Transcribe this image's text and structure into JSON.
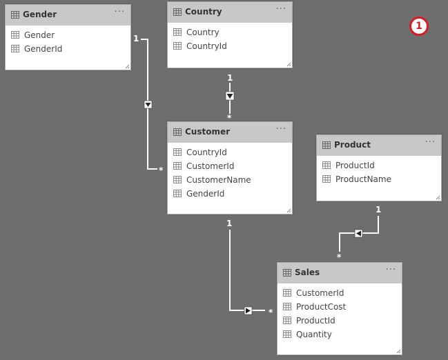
{
  "colors": {
    "canvas": "#6e6e6e",
    "header": "#c8c8c8",
    "card": "#ffffff",
    "line": "#ffffff",
    "badge": "#d81b23"
  },
  "icons": {
    "header": "table-icon",
    "field": "column-icon",
    "more": "more-options-icon",
    "grip": "resize-grip-icon"
  },
  "badge": {
    "label": "1"
  },
  "tables": {
    "gender": {
      "title": "Gender",
      "more": "···",
      "fields": [
        "Gender",
        "GenderId"
      ]
    },
    "country": {
      "title": "Country",
      "more": "···",
      "fields": [
        "Country",
        "CountryId"
      ]
    },
    "customer": {
      "title": "Customer",
      "more": "···",
      "fields": [
        "CountryId",
        "CustomerId",
        "CustomerName",
        "GenderId"
      ]
    },
    "product": {
      "title": "Product",
      "more": "···",
      "fields": [
        "ProductId",
        "ProductName"
      ]
    },
    "sales": {
      "title": "Sales",
      "more": "···",
      "fields": [
        "CustomerId",
        "ProductCost",
        "ProductId",
        "Quantity"
      ]
    }
  },
  "relationships": {
    "gender_customer": {
      "one": "1",
      "many": "*"
    },
    "country_customer": {
      "one": "1",
      "many": "*"
    },
    "customer_sales": {
      "one": "1",
      "many": "*"
    },
    "product_sales": {
      "one": "1",
      "many": "*"
    }
  }
}
